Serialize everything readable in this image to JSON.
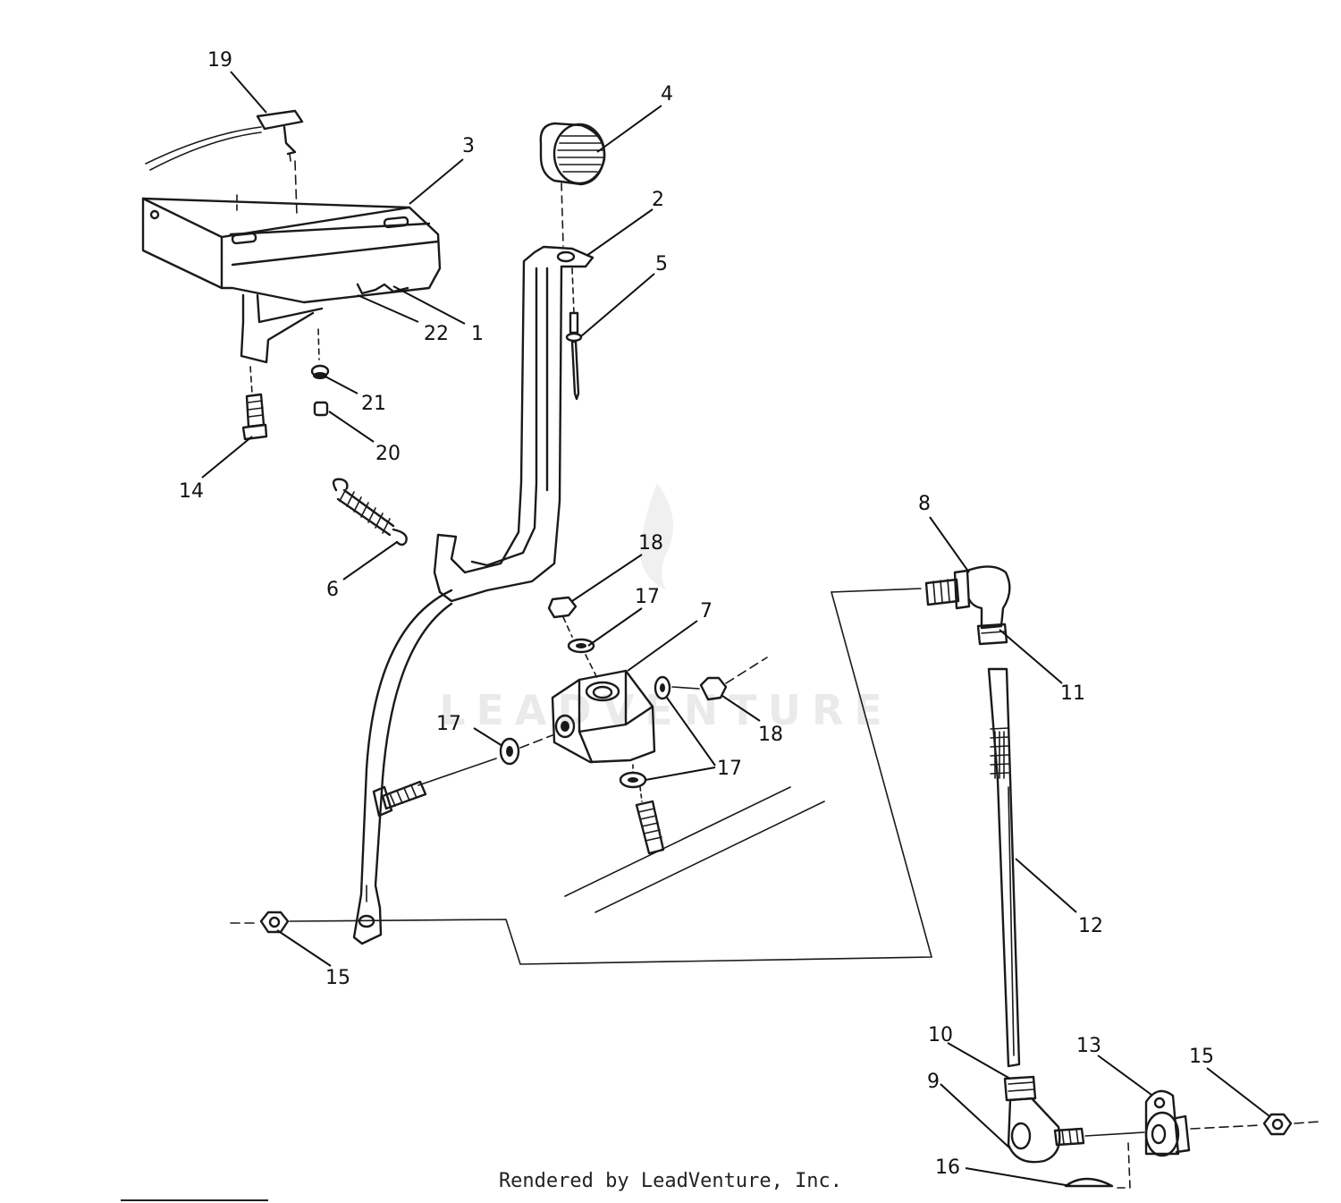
{
  "callouts": {
    "c1": "1",
    "c2": "2",
    "c3": "3",
    "c4": "4",
    "c5": "5",
    "c6": "6",
    "c7": "7",
    "c8": "8",
    "c9": "9",
    "c10": "10",
    "c11": "11",
    "c12": "12",
    "c13": "13",
    "c14": "14",
    "c15a": "15",
    "c15b": "15",
    "c16": "16",
    "c17a": "17",
    "c17b": "17",
    "c17c": "17",
    "c18a": "18",
    "c18b": "18",
    "c19": "19",
    "c20": "20",
    "c21": "21",
    "c22": "22"
  },
  "watermark": "LEADVENTURE",
  "footer": "Rendered by LeadVenture, Inc."
}
